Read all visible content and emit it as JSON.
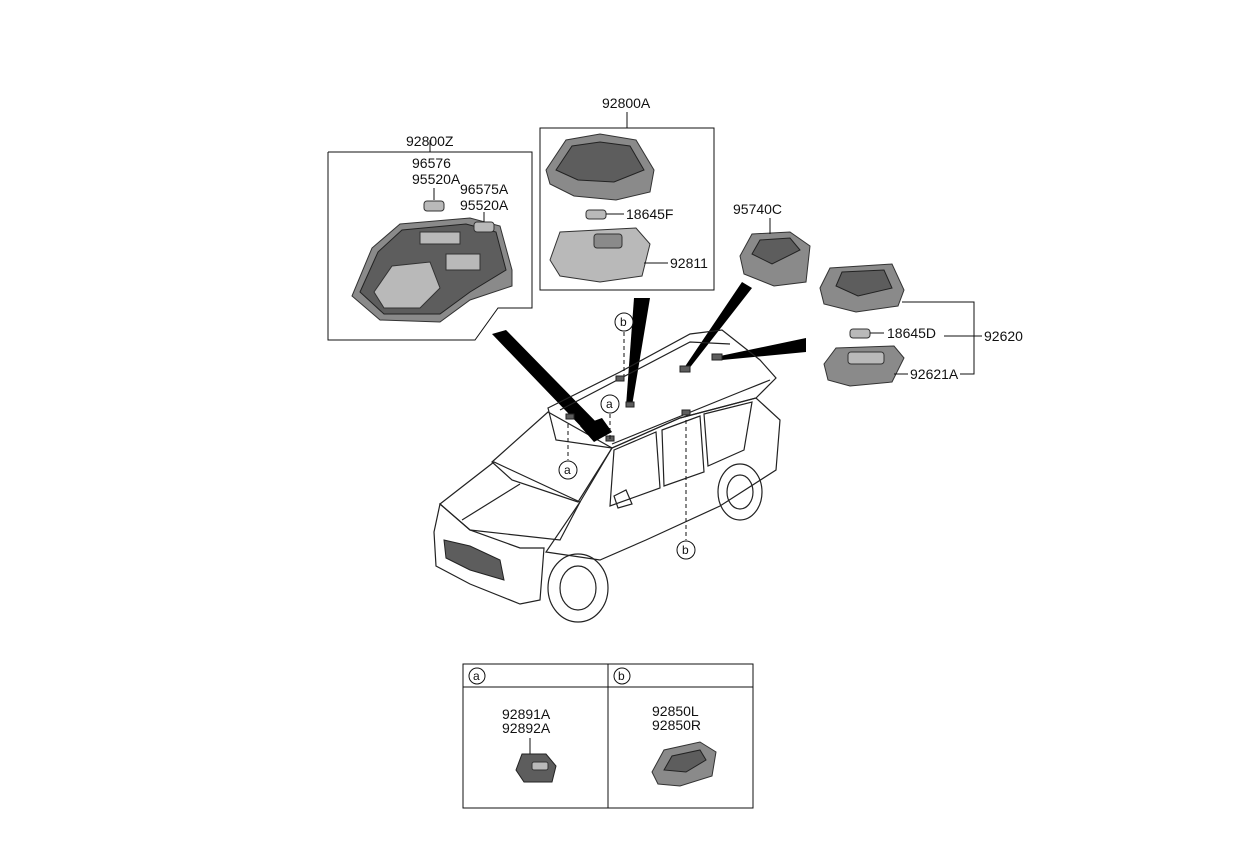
{
  "labels": {
    "p92800Z": "92800Z",
    "p96576": "96576",
    "p95520A_1": "95520A",
    "p96575A": "96575A",
    "p95520A_2": "95520A",
    "p92800A": "92800A",
    "p18645F": "18645F",
    "p92811": "92811",
    "p95740C": "95740C",
    "p18645D": "18645D",
    "p92620": "92620",
    "p92621A": "92621A"
  },
  "callouts": {
    "a": "a",
    "b": "b"
  },
  "detail_table": {
    "cell_a": {
      "marker": "a",
      "part1": "92891A",
      "part2": "92892A"
    },
    "cell_b": {
      "marker": "b",
      "part1": "92850L",
      "part2": "92850R"
    }
  }
}
